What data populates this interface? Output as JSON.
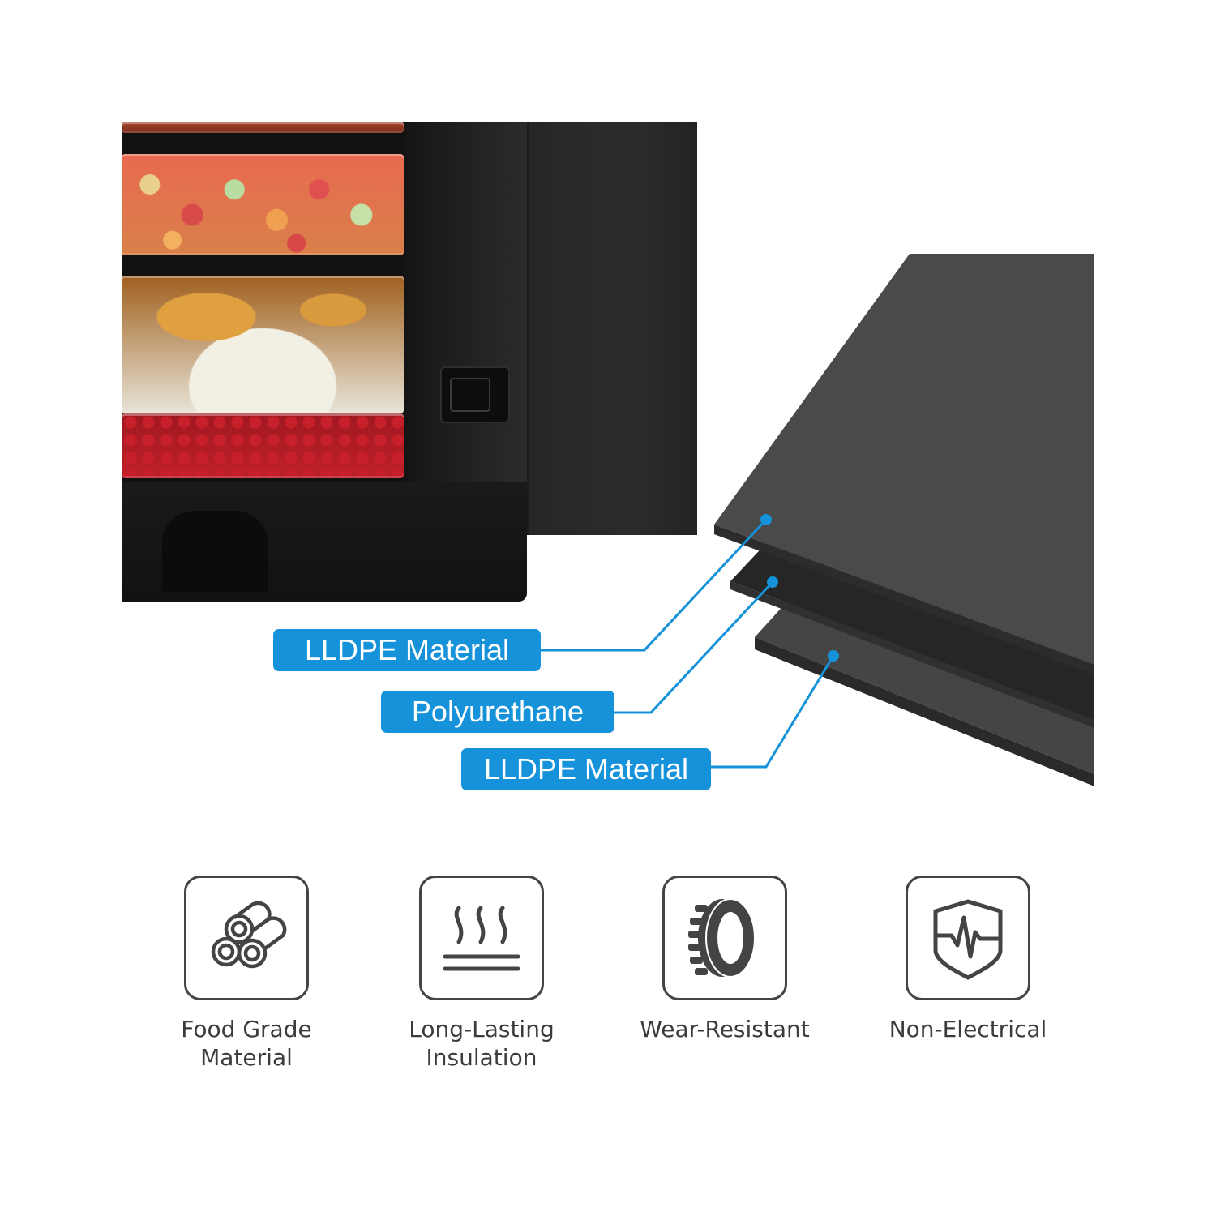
{
  "product_photo": {
    "subject": "insulated food carrier cabinet with food pans",
    "contents": [
      "cooked meat pan",
      "diced fruit pan",
      "roast chicken with cabbage pan",
      "cherry tomatoes pan"
    ]
  },
  "layer_diagram": {
    "accent_color": "#1592d9",
    "layer_colors": [
      "#4a4a4a",
      "#262626",
      "#454545"
    ],
    "callouts": [
      {
        "label": "LLDPE Material",
        "layer": "top"
      },
      {
        "label": "Polyurethane",
        "layer": "middle"
      },
      {
        "label": "LLDPE Material",
        "layer": "bottom"
      }
    ]
  },
  "features": [
    {
      "icon": "pipes-icon",
      "label_line1": "Food Grade",
      "label_line2": "Material"
    },
    {
      "icon": "heat-waves-icon",
      "label_line1": "Long-Lasting",
      "label_line2": "Insulation"
    },
    {
      "icon": "tire-icon",
      "label_line1": "Wear-Resistant",
      "label_line2": ""
    },
    {
      "icon": "shield-pulse-icon",
      "label_line1": "Non-Electrical",
      "label_line2": ""
    }
  ]
}
